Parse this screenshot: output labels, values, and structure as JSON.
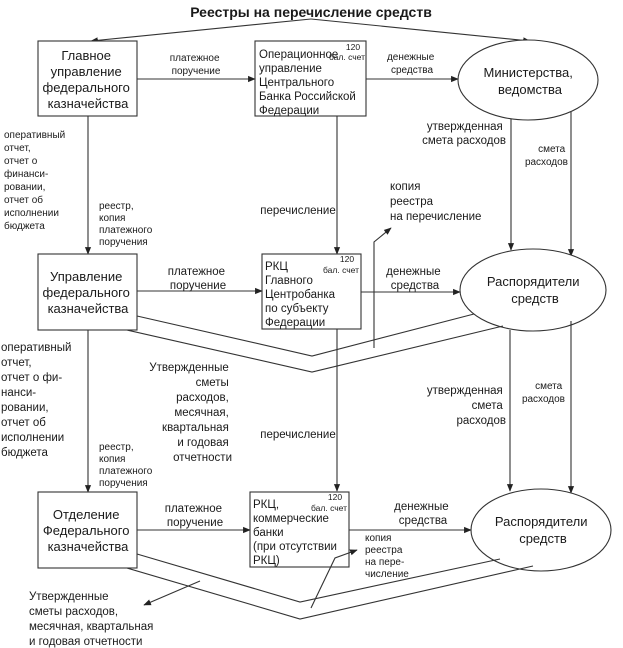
{
  "title": "Реестры на перечисление средств",
  "nodes": {
    "glavnoe": [
      "Главное",
      "управление",
      "федерального",
      "казначейства"
    ],
    "operupr": [
      "Операционное",
      "управление",
      "Центрального",
      "Банка Российской",
      "Федерации"
    ],
    "ministry": [
      "Министерства,",
      "ведомства"
    ],
    "upravlenie": [
      "Управление",
      "федерального",
      "казначейства"
    ],
    "rkc_main": [
      "РКЦ",
      "Главного",
      "Центробанка",
      "по субъекту",
      "Федерации"
    ],
    "raspor1": [
      "Распорядители",
      "средств"
    ],
    "otdelenie": [
      "Отделение",
      "Федерального",
      "казначейства"
    ],
    "rkc_comm": [
      "РКЦ,",
      "коммерческие",
      "банки",
      "(при отсутствии",
      "РКЦ)"
    ],
    "raspor2": [
      "Распорядители",
      "средств"
    ]
  },
  "account_badge": {
    "number": "120",
    "label": "бал. счет"
  },
  "labels": {
    "pay_order_1": [
      "платежное",
      "поручение"
    ],
    "money_1": [
      "денежные",
      "средства"
    ],
    "op_report_1": [
      "оперативный",
      "отчет,",
      "отчет о",
      "финанси-",
      "ровании,",
      "отчет об",
      "исполнении",
      "бюджета"
    ],
    "registry_1": [
      "реестр,",
      "копия",
      "платежного",
      "поручения"
    ],
    "transfer_1": "перечисление",
    "approved_estimate_1": [
      "утвержденная",
      "смета расходов"
    ],
    "estimate_1": [
      "смета",
      "расходов"
    ],
    "copy_registry_1": [
      "копия",
      "реестра",
      "на перечисление"
    ],
    "pay_order_2": [
      "платежное",
      "поручение"
    ],
    "money_2": [
      "денежные",
      "средства"
    ],
    "op_report_2": [
      "оперативный",
      "отчет,",
      "отчет о фи-",
      "нанси-",
      "ровании,",
      "отчет об",
      "исполнении",
      "бюджета"
    ],
    "approved_reports_1": [
      "Утвержденные",
      "сметы",
      "расходов,",
      "месячная,",
      "квартальная",
      "и годовая",
      "отчетности"
    ],
    "registry_2": [
      "реестр,",
      "копия",
      "платежного",
      "поручения"
    ],
    "transfer_2": "перечисление",
    "approved_estimate_2": [
      "утвержденная",
      "смета",
      "расходов"
    ],
    "estimate_2": [
      "смета",
      "расходов"
    ],
    "pay_order_3": [
      "платежное",
      "поручение"
    ],
    "money_3": [
      "денежные",
      "средства"
    ],
    "copy_registry_2": [
      "копия",
      "реестра",
      "на пере-",
      "числение"
    ],
    "approved_reports_2": [
      "Утвержденные",
      "сметы расходов,",
      "месячная, квартальная",
      "и годовая отчетности"
    ]
  }
}
